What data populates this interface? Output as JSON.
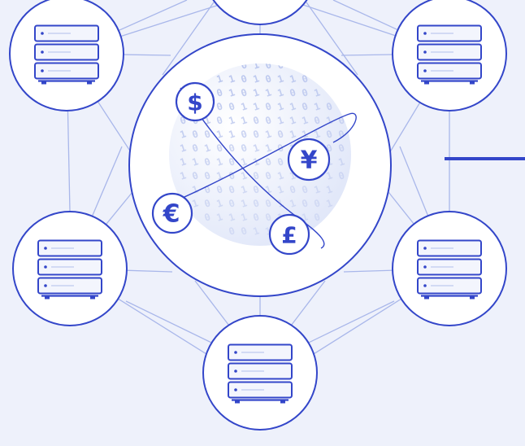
{
  "diagram": {
    "colors": {
      "background": "#eef1fb",
      "accent": "#3346c9",
      "connector": "#a9b7ea",
      "node_fill": "#ffffff",
      "digits": "#b4c1ec"
    },
    "hub": {
      "icon": "globe-icon",
      "binary_digits": "0 1 0 0 1 1 0 1 0 1 1 0 0 0 1 0 1 1 1 0 0 1 0 1 0 0 1 1 0 1 1 0 1 0 0 0 1 0 1 1 0 0 1 1 1 0 1 0 1 0 0 1 1 0 0 1 0 1 1 1 0 0 1 0 1 0 0 0 1 1 0 1",
      "currencies": [
        {
          "name": "dollar",
          "symbol": "$",
          "icon": "dollar-coin-icon"
        },
        {
          "name": "yen",
          "symbol": "¥",
          "icon": "yen-coin-icon"
        },
        {
          "name": "euro",
          "symbol": "€",
          "icon": "euro-coin-icon"
        },
        {
          "name": "pound",
          "symbol": "£",
          "icon": "pound-coin-icon"
        }
      ]
    },
    "nodes": [
      {
        "name": "top",
        "icon": "server-rack-icon"
      },
      {
        "name": "top-left",
        "icon": "server-rack-icon"
      },
      {
        "name": "top-right",
        "icon": "server-rack-icon"
      },
      {
        "name": "middle-left",
        "icon": "server-rack-icon"
      },
      {
        "name": "middle-right",
        "icon": "server-rack-icon"
      },
      {
        "name": "bottom",
        "icon": "server-rack-icon"
      }
    ]
  }
}
